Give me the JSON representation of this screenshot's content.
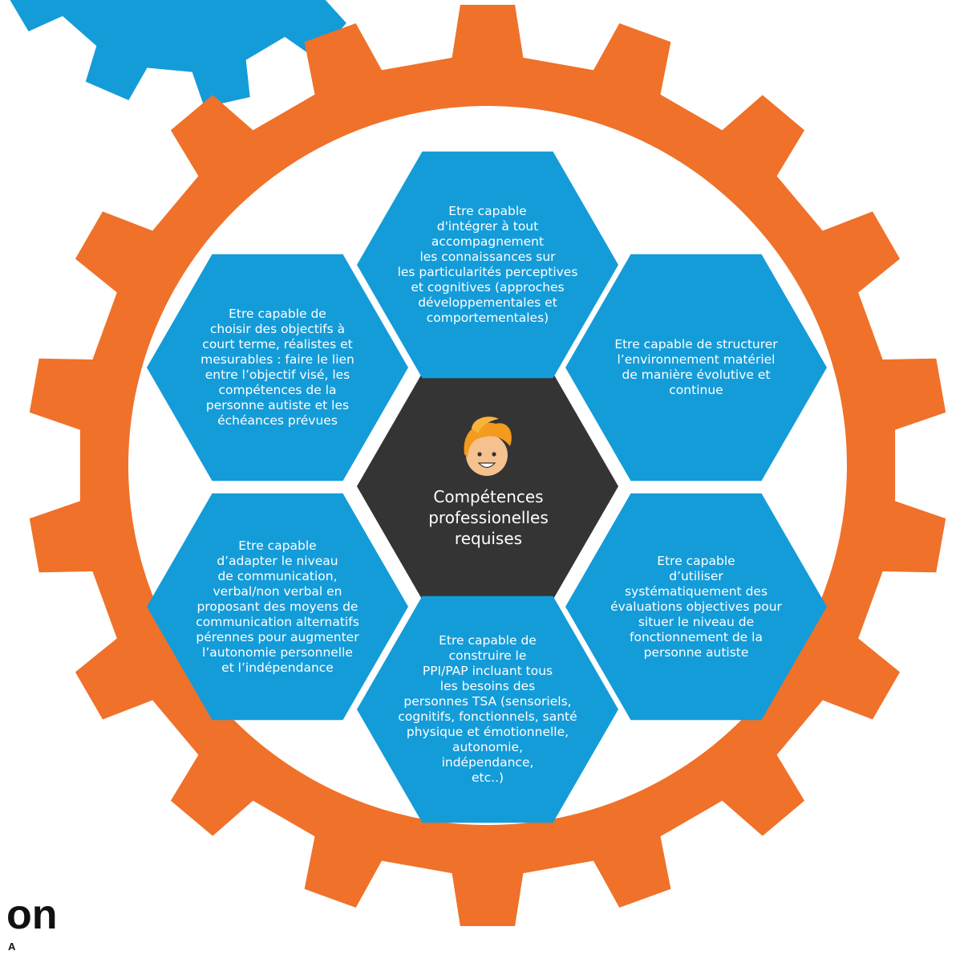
{
  "colors": {
    "orange_gear": "#f07129",
    "blue_gear": "#149cd9",
    "hex_blue": "#149cd9",
    "center_dark": "#343434",
    "text_white": "#ffffff"
  },
  "center": {
    "icon": "person-face-icon",
    "label": "Compétences\nprofessionelles\nrequises"
  },
  "hexagons": {
    "top": "Etre capable\nd'intégrer à tout\naccompagnement\nles connaissances sur\nles particularités perceptives\net cognitives (approches\ndéveloppementales et\ncomportementales)",
    "upper_left": "Etre capable de\nchoisir des objectifs à\ncourt terme, réalistes et\nmesurables : faire le lien\nentre l’objectif  visé, les\ncompétences de la\npersonne autiste et les\néchéances prévues",
    "upper_right": "Etre capable de structurer\nl’environnement matériel\nde manière évolutive et\ncontinue",
    "lower_left": "Etre capable\nd’adapter le niveau\nde communication,\nverbal/non verbal en\nproposant des moyens de\ncommunication alternatifs\npérennes  pour augmenter\nl’autonomie personnelle\net l’indépendance",
    "lower_right": "Etre capable\nd’utiliser\nsystématiquement des\névaluations objectives pour\nsituer le niveau de\nfonctionnement de la\npersonne autiste",
    "bottom": "Etre capable de\nconstruire le\nPPI/PAP incluant tous\nles besoins des\npersonnes TSA (sensoriels,\ncognitifs, fonctionnels, santé\nphysique et émotionnelle,\nautonomie,\nindépendance,\netc..)"
  },
  "corner": {
    "word_fragment": "on",
    "letter_fragment": "A"
  }
}
